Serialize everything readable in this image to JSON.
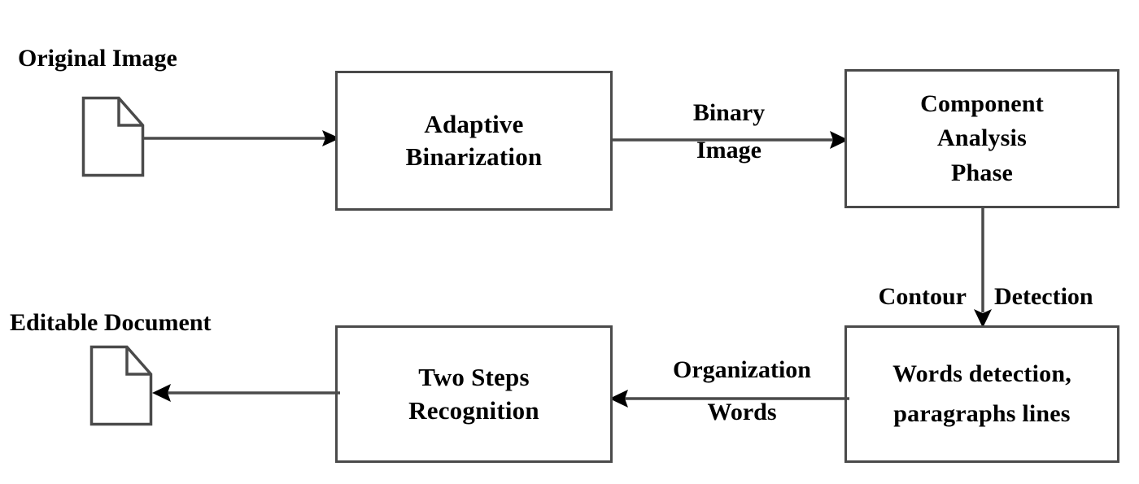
{
  "diagram": {
    "title": "OCR processing pipeline flowchart",
    "stroke_color": "#4a4a4a",
    "text_color": "#000000",
    "background_color": "#ffffff"
  },
  "nodes": {
    "original_image_label": "Original Image",
    "editable_document_label": "Editable Document",
    "adaptive_binarization": "Adaptive\nBinarization",
    "component_analysis": "Component\nAnalysis\nPhase",
    "two_steps_recognition": "Two Steps\nRecognition",
    "words_detection": "Words detection,\nparagraphs lines"
  },
  "edge_labels": {
    "binary_image_top": "Binary",
    "binary_image_bottom": "Image",
    "contour_detection_left": "Contour",
    "contour_detection_right": "Detection",
    "organization_words_top": "Organization",
    "organization_words_bottom": "Words"
  },
  "icons": {
    "original_document": "document-page-icon",
    "editable_document": "document-page-icon"
  }
}
